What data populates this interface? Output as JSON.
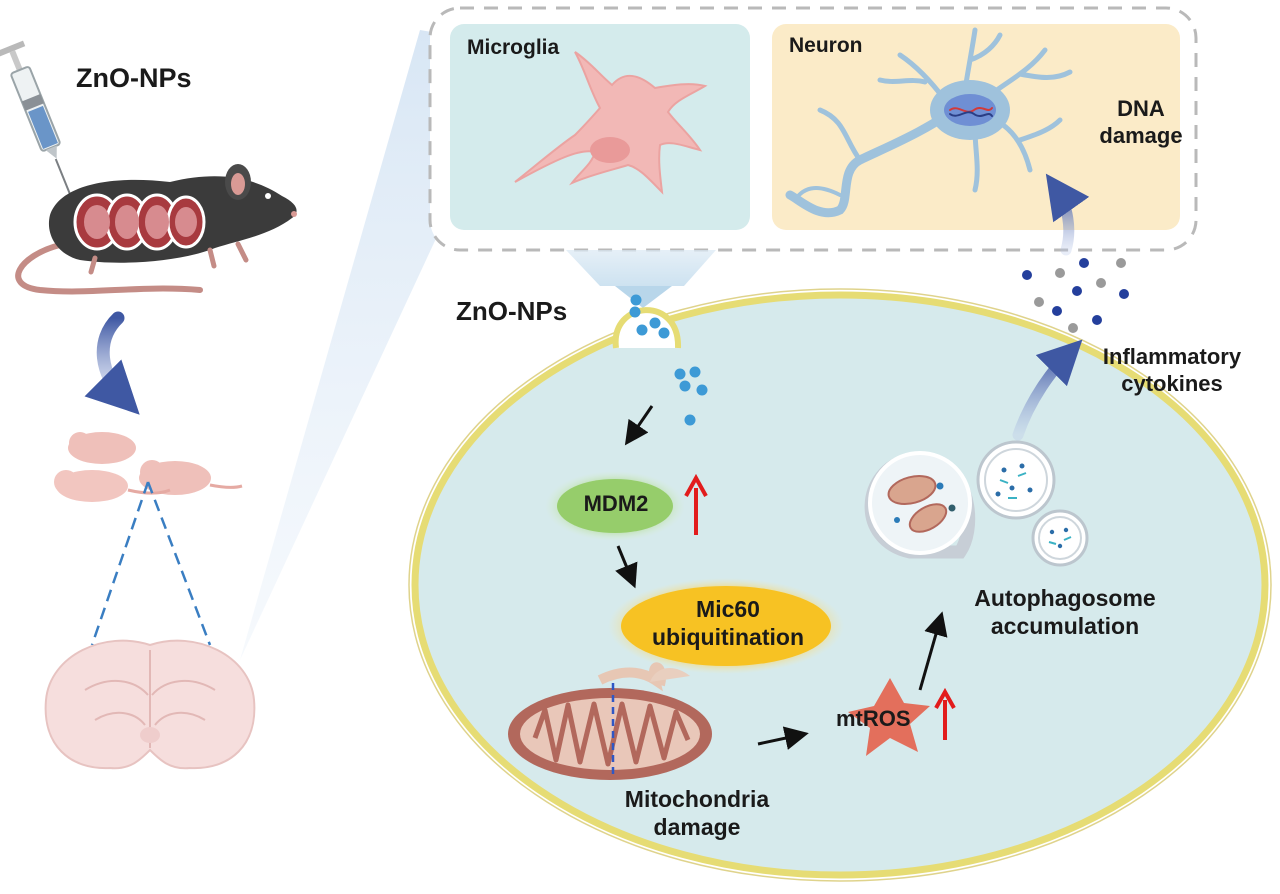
{
  "labels": {
    "zno_injection": "ZnO-NPs",
    "zno_cell": "ZnO-NPs",
    "microglia": "Microglia",
    "neuron": "Neuron",
    "dna_damage_line1": "DNA",
    "dna_damage_line2": "damage",
    "inflammatory_line1": "Inflammatory",
    "inflammatory_line2": "cytokines",
    "mdm2": "MDM2",
    "mic60_line1": "Mic60",
    "mic60_line2": "ubiquitination",
    "autophagosome_line1": "Autophagosome",
    "autophagosome_line2": "accumulation",
    "mtros": "mtROS",
    "mitochondria_line1": "Mitochondria",
    "mitochondria_line2": "damage"
  },
  "colors": {
    "cell_fill": "#d6eaec",
    "cell_border": "#e6dc74",
    "microglia_panel": "#d4ebec",
    "neuron_panel": "#fbebc8",
    "microglia_cell": "#f2b8b6",
    "neuron_cell": "#9fc2dc",
    "mdm2": "#96cd6b",
    "mic60": "#f7c223",
    "mtros": "#e36f5c",
    "up_arrow": "#e21c1c",
    "flow_arrow": "#3f58a3",
    "nanoparticle": "#3d9ad6",
    "mitochondria": "#b2685c"
  },
  "icons": [
    "syringe-icon",
    "pregnant-mouse-icon",
    "pups-icon",
    "brain-section-icon",
    "microglia-icon",
    "neuron-icon",
    "mitochondrion-icon",
    "autophagosome-icon",
    "up-arrow-icon"
  ]
}
